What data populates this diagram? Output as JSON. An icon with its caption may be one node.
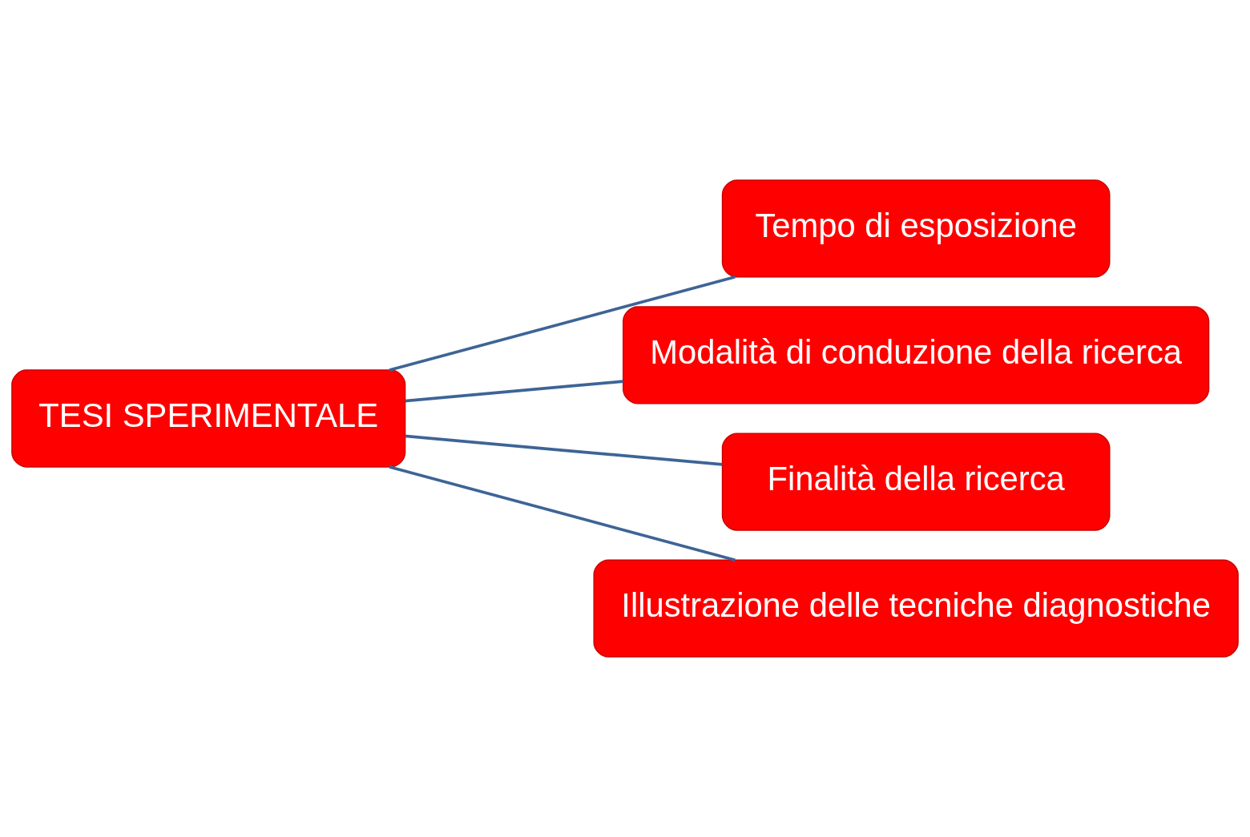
{
  "diagram": {
    "nodes": [
      {
        "text": [
          "TESI SPERIMENTALE"
        ]
      },
      {
        "text": [
          "Tempo di esposizione"
        ]
      },
      {
        "text": [
          "Modalità di conduzione della ricerca"
        ]
      },
      {
        "text": [
          "Finalità della ricerca"
        ]
      },
      {
        "text": [
          "Illustrazione delle tecniche diagnostiche"
        ]
      }
    ],
    "edges": [
      {
        "from": 0,
        "to": 1,
        "arrow": "none"
      },
      {
        "from": 0,
        "to": 2,
        "arrow": "none"
      },
      {
        "from": 0,
        "to": 3,
        "arrow": "none"
      },
      {
        "from": 0,
        "to": 4,
        "arrow": "none"
      }
    ]
  }
}
